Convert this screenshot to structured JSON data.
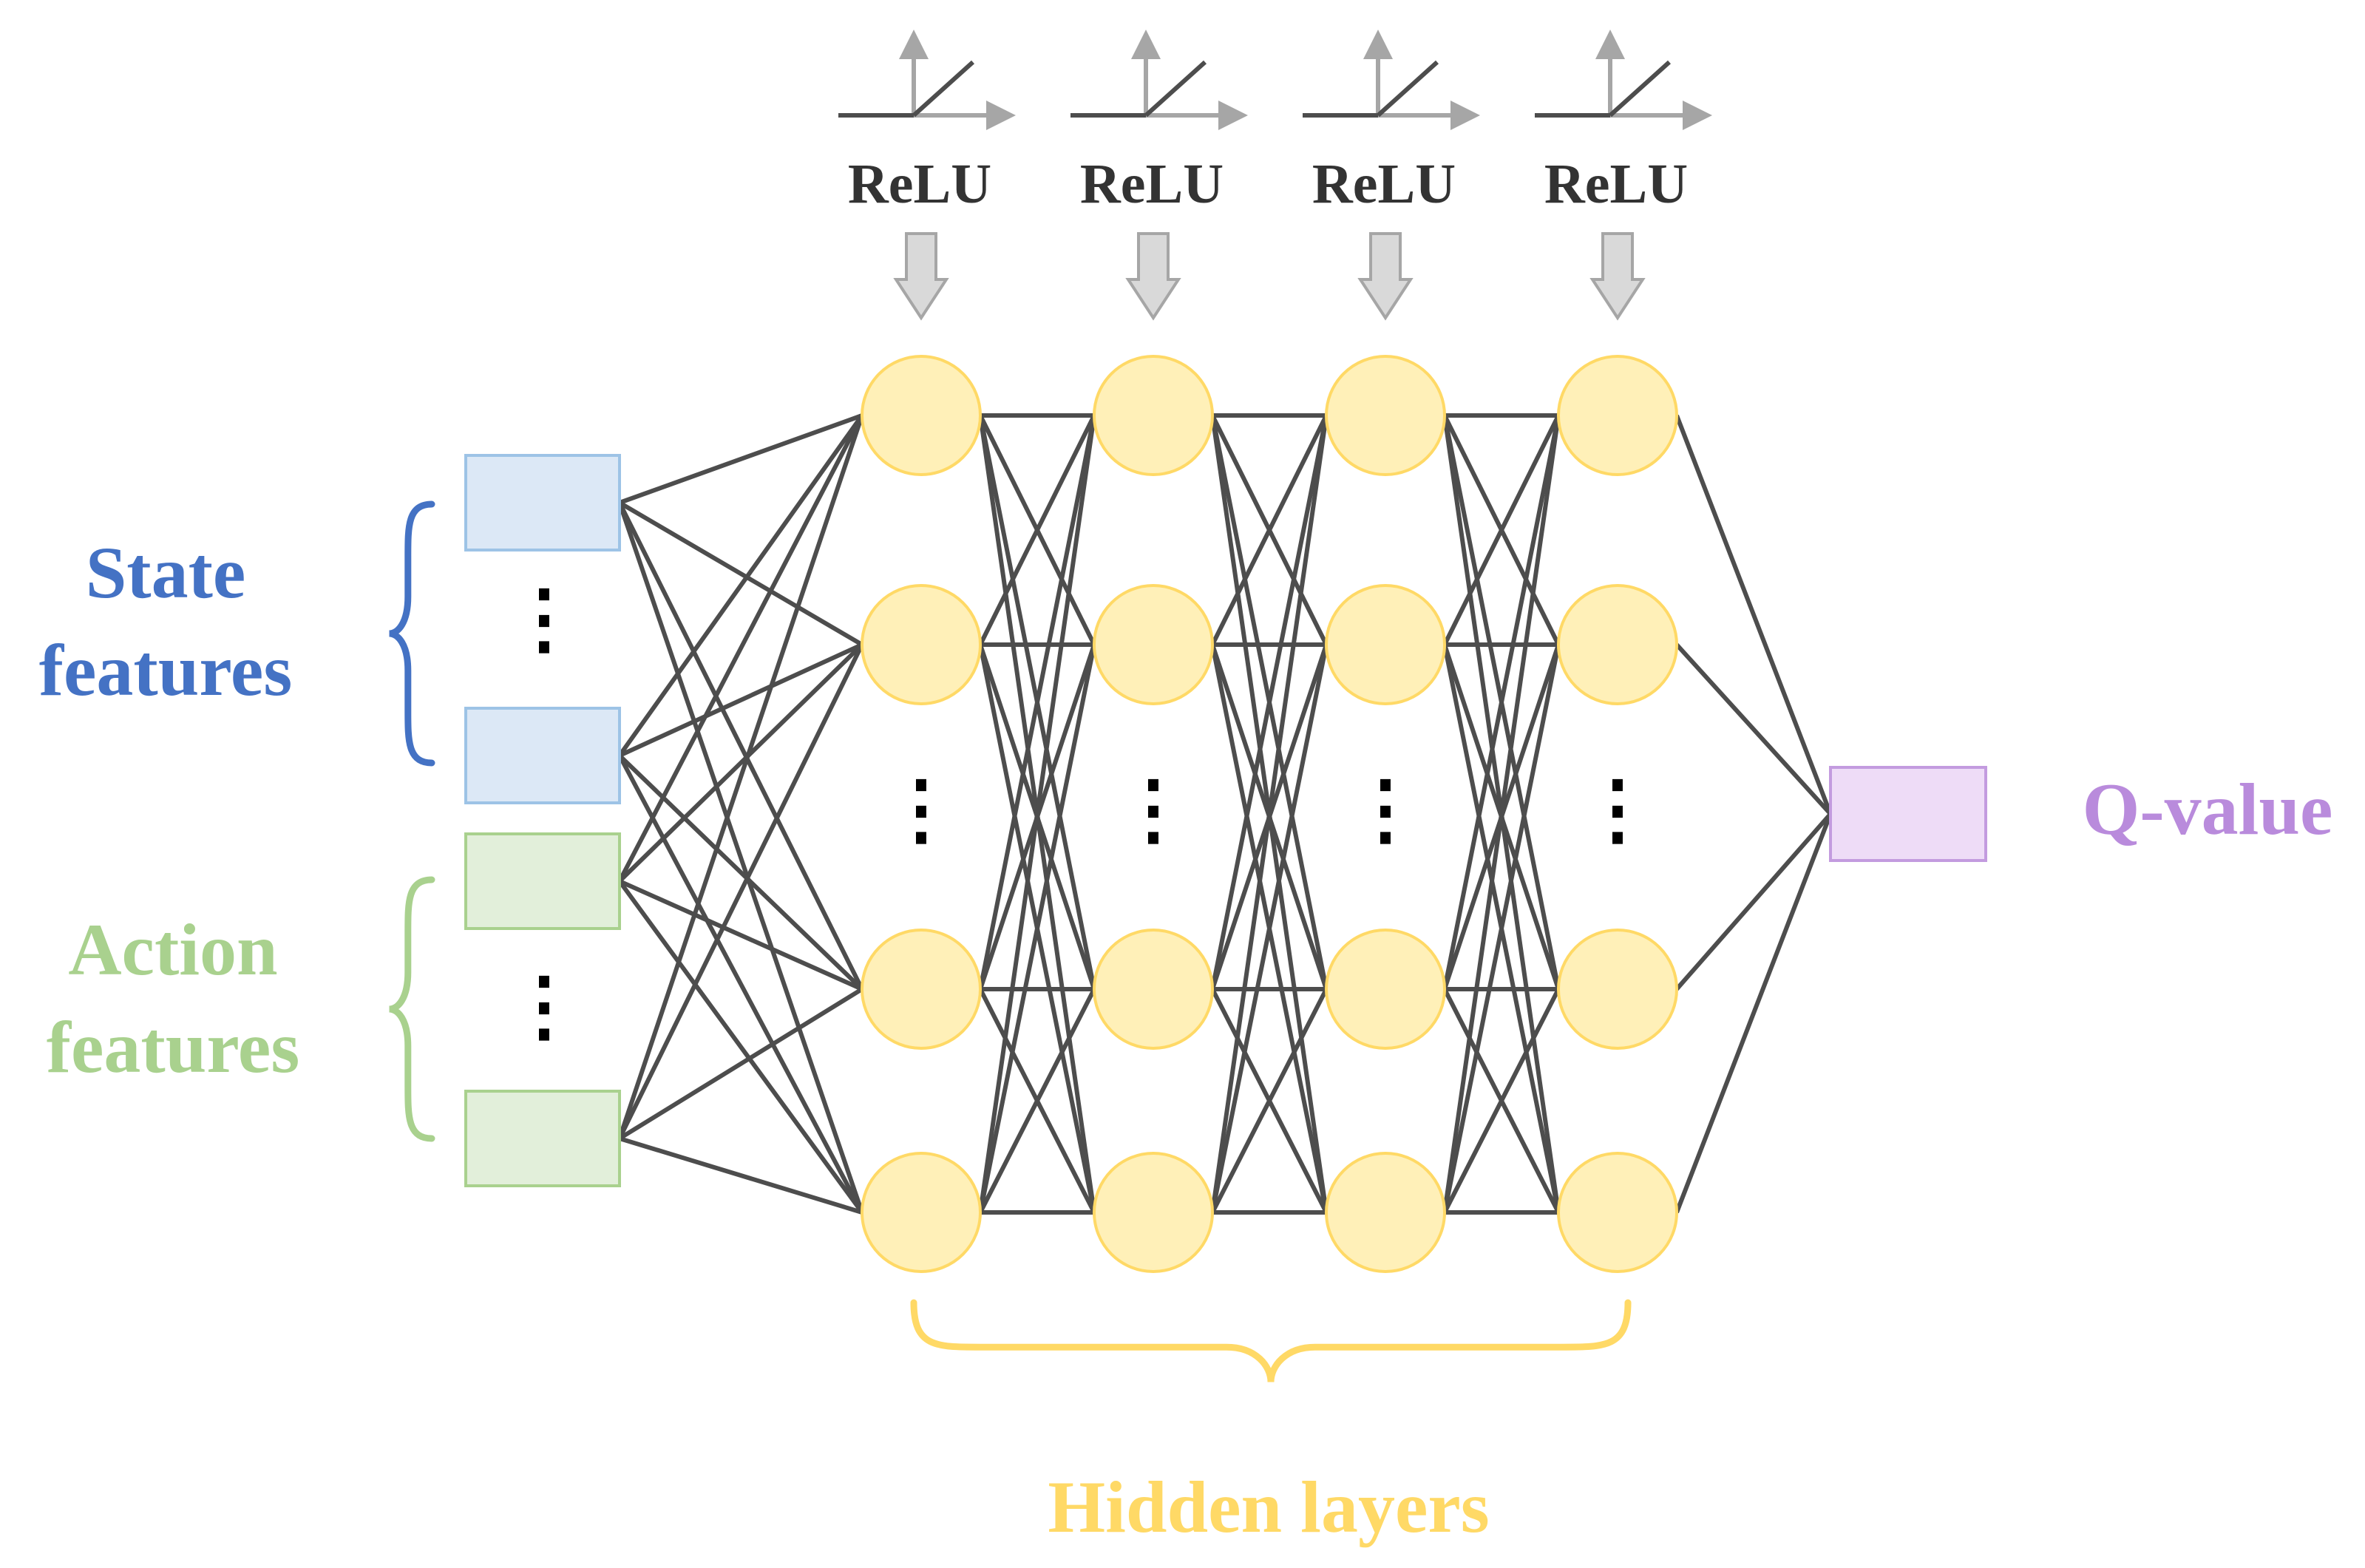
{
  "labels": {
    "state_line1": "State",
    "state_line2": "features",
    "action_line1": "Action",
    "action_line2": "features",
    "hidden": "Hidden layers",
    "output": "Q-value",
    "activation": "ReLU"
  },
  "activations": [
    "ReLU",
    "ReLU",
    "ReLU",
    "ReLU"
  ],
  "ellipsis": "⋮",
  "colors": {
    "state": "#4472C4",
    "state_fill": "#DCE8F6",
    "state_stroke": "#9DC3E6",
    "action": "#A9D18E",
    "action_fill": "#E2EFDA",
    "action_stroke": "#A9D18E",
    "neuron_fill": "#FFF0B8",
    "neuron_stroke": "#FFD966",
    "hidden": "#FFD966",
    "output": "#B98BDC",
    "output_fill": "#EEDCF7",
    "output_stroke": "#C39BDF",
    "edge": "#4D4D4D",
    "arrow": "#A6A6A6",
    "arrow_fill": "#D9D9D9",
    "activation_text": "#333333"
  },
  "icons": {
    "relu_graph": "relu-graph-icon",
    "down_arrow": "down-arrow-icon"
  }
}
